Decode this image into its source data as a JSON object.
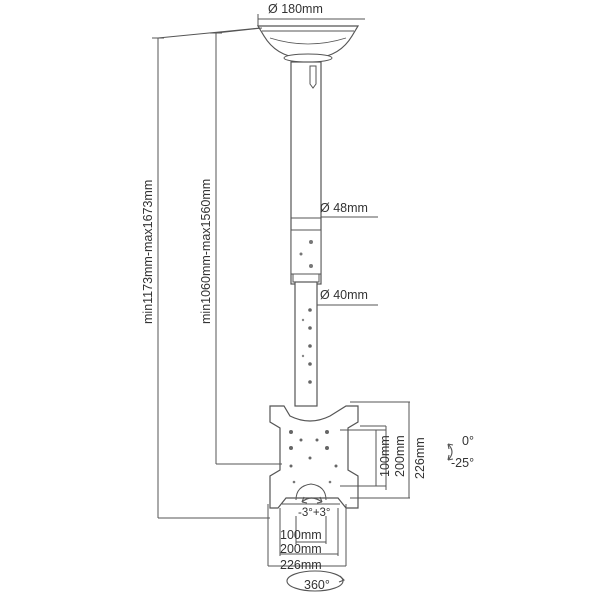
{
  "dimensions": {
    "plate_diameter": "Ø 180mm",
    "outer_tube_diameter": "Ø 48mm",
    "inner_tube_diameter": "Ø 40mm",
    "total_height_range": "min1173mm-max1673mm",
    "tube_height_range": "min1060mm-max1560mm",
    "vesa_h_100": "100mm",
    "vesa_h_200": "200mm",
    "vesa_h_226": "226mm",
    "vesa_v_100": "100mm",
    "vesa_v_200": "200mm",
    "vesa_v_226": "226mm",
    "tilt_top": "0°",
    "tilt_bottom": "-25°",
    "swivel_rotation": "-3°+3°",
    "pan_rotation": "360°"
  },
  "colors": {
    "line": "#555555",
    "fill": "#ffffff",
    "plate_shade": "#cfcfcf"
  }
}
